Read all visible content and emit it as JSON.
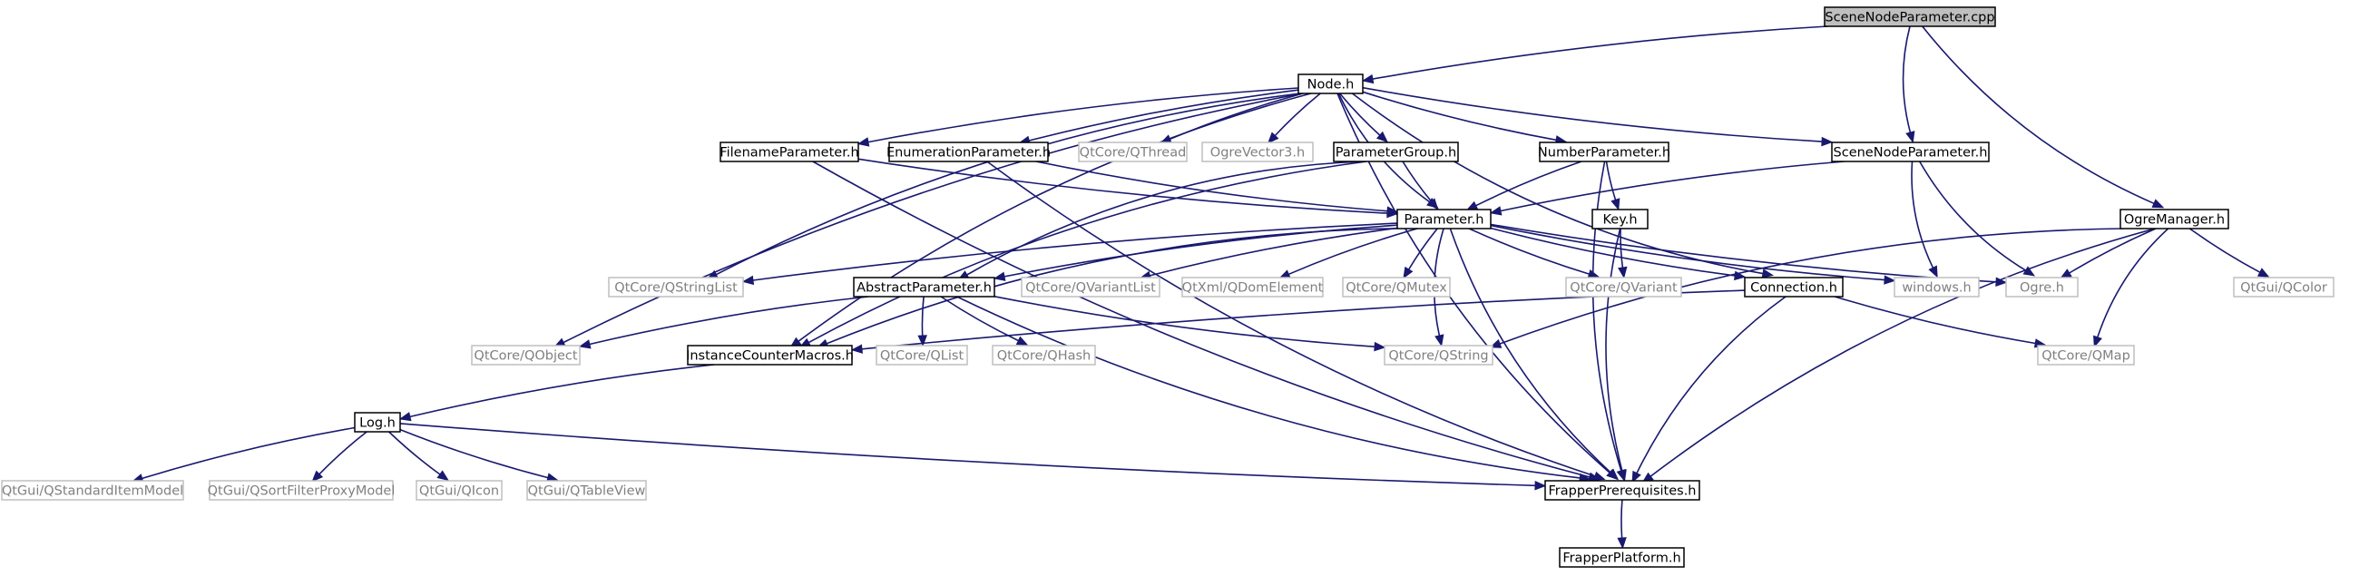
{
  "diagram": {
    "nodes": [
      {
        "id": "scp",
        "label": "SceneNodeParameter.cpp",
        "kind": "root"
      },
      {
        "id": "node",
        "label": "Node.h",
        "kind": "main"
      },
      {
        "id": "filep",
        "label": "FilenameParameter.h",
        "kind": "main"
      },
      {
        "id": "enump",
        "label": "EnumerationParameter.h",
        "kind": "main"
      },
      {
        "id": "qthread",
        "label": "QtCore/QThread",
        "kind": "external"
      },
      {
        "id": "vec3",
        "label": "OgreVector3.h",
        "kind": "external"
      },
      {
        "id": "pgroup",
        "label": "ParameterGroup.h",
        "kind": "main"
      },
      {
        "id": "nump",
        "label": "NumberParameter.h",
        "kind": "main"
      },
      {
        "id": "snp",
        "label": "SceneNodeParameter.h",
        "kind": "main"
      },
      {
        "id": "param",
        "label": "Parameter.h",
        "kind": "main"
      },
      {
        "id": "key",
        "label": "Key.h",
        "kind": "main"
      },
      {
        "id": "omgr",
        "label": "OgreManager.h",
        "kind": "main"
      },
      {
        "id": "qsl",
        "label": "QtCore/QStringList",
        "kind": "external"
      },
      {
        "id": "absp",
        "label": "AbstractParameter.h",
        "kind": "main"
      },
      {
        "id": "qvl",
        "label": "QtCore/QVariantList",
        "kind": "external"
      },
      {
        "id": "qdom",
        "label": "QtXml/QDomElement",
        "kind": "external"
      },
      {
        "id": "qmutex",
        "label": "QtCore/QMutex",
        "kind": "external"
      },
      {
        "id": "qvar",
        "label": "QtCore/QVariant",
        "kind": "external"
      },
      {
        "id": "conn",
        "label": "Connection.h",
        "kind": "main"
      },
      {
        "id": "win",
        "label": "windows.h",
        "kind": "external"
      },
      {
        "id": "ogre",
        "label": "Ogre.h",
        "kind": "external"
      },
      {
        "id": "qcolor",
        "label": "QtGui/QColor",
        "kind": "external"
      },
      {
        "id": "qobj",
        "label": "QtCore/QObject",
        "kind": "external"
      },
      {
        "id": "icm",
        "label": "InstanceCounterMacros.h",
        "kind": "main"
      },
      {
        "id": "qlist",
        "label": "QtCore/QList",
        "kind": "external"
      },
      {
        "id": "qhash",
        "label": "QtCore/QHash",
        "kind": "external"
      },
      {
        "id": "qstr",
        "label": "QtCore/QString",
        "kind": "external"
      },
      {
        "id": "qmap",
        "label": "QtCore/QMap",
        "kind": "external"
      },
      {
        "id": "log",
        "label": "Log.h",
        "kind": "main"
      },
      {
        "id": "qsim",
        "label": "QtGui/QStandardItemModel",
        "kind": "external"
      },
      {
        "id": "qsfpm",
        "label": "QtGui/QSortFilterProxyModel",
        "kind": "external"
      },
      {
        "id": "qicon",
        "label": "QtGui/QIcon",
        "kind": "external"
      },
      {
        "id": "qtv",
        "label": "QtGui/QTableView",
        "kind": "external"
      },
      {
        "id": "fpre",
        "label": "FrapperPrerequisites.h",
        "kind": "main"
      },
      {
        "id": "fplat",
        "label": "FrapperPlatform.h",
        "kind": "main"
      }
    ],
    "edges": [
      [
        "scp",
        "node"
      ],
      [
        "scp",
        "snp"
      ],
      [
        "scp",
        "omgr"
      ],
      [
        "node",
        "filep"
      ],
      [
        "node",
        "enump"
      ],
      [
        "node",
        "qthread"
      ],
      [
        "node",
        "vec3"
      ],
      [
        "node",
        "pgroup"
      ],
      [
        "node",
        "nump"
      ],
      [
        "node",
        "snp"
      ],
      [
        "node",
        "param"
      ],
      [
        "node",
        "qsl"
      ],
      [
        "node",
        "qobj"
      ],
      [
        "node",
        "icm"
      ],
      [
        "node",
        "conn"
      ],
      [
        "node",
        "fpre"
      ],
      [
        "filep",
        "param"
      ],
      [
        "filep",
        "fpre"
      ],
      [
        "enump",
        "param"
      ],
      [
        "enump",
        "fpre"
      ],
      [
        "pgroup",
        "param"
      ],
      [
        "pgroup",
        "absp"
      ],
      [
        "pgroup",
        "icm"
      ],
      [
        "nump",
        "param"
      ],
      [
        "nump",
        "key"
      ],
      [
        "nump",
        "fpre"
      ],
      [
        "snp",
        "param"
      ],
      [
        "snp",
        "win"
      ],
      [
        "snp",
        "ogre"
      ],
      [
        "param",
        "qsl"
      ],
      [
        "param",
        "absp"
      ],
      [
        "param",
        "qvl"
      ],
      [
        "param",
        "qdom"
      ],
      [
        "param",
        "qmutex"
      ],
      [
        "param",
        "qvar"
      ],
      [
        "param",
        "conn"
      ],
      [
        "param",
        "win"
      ],
      [
        "param",
        "ogre"
      ],
      [
        "param",
        "icm"
      ],
      [
        "param",
        "qstr"
      ],
      [
        "param",
        "fpre"
      ],
      [
        "key",
        "qvar"
      ],
      [
        "key",
        "fpre"
      ],
      [
        "omgr",
        "ogre"
      ],
      [
        "omgr",
        "qcolor"
      ],
      [
        "omgr",
        "qmap"
      ],
      [
        "omgr",
        "qstr"
      ],
      [
        "omgr",
        "fpre"
      ],
      [
        "absp",
        "qobj"
      ],
      [
        "absp",
        "qlist"
      ],
      [
        "absp",
        "qhash"
      ],
      [
        "absp",
        "qstr"
      ],
      [
        "absp",
        "fpre"
      ],
      [
        "conn",
        "icm"
      ],
      [
        "conn",
        "qmap"
      ],
      [
        "conn",
        "fpre"
      ],
      [
        "icm",
        "log"
      ],
      [
        "log",
        "qsim"
      ],
      [
        "log",
        "qsfpm"
      ],
      [
        "log",
        "qicon"
      ],
      [
        "log",
        "qtv"
      ],
      [
        "log",
        "fpre"
      ],
      [
        "fpre",
        "fplat"
      ]
    ]
  },
  "colors": {
    "edge": "#191970",
    "main_border": "#000000",
    "external_border": "#bfbfbf",
    "root_fill": "#bfbfbf",
    "main_text": "#000000",
    "external_text": "#808080"
  }
}
